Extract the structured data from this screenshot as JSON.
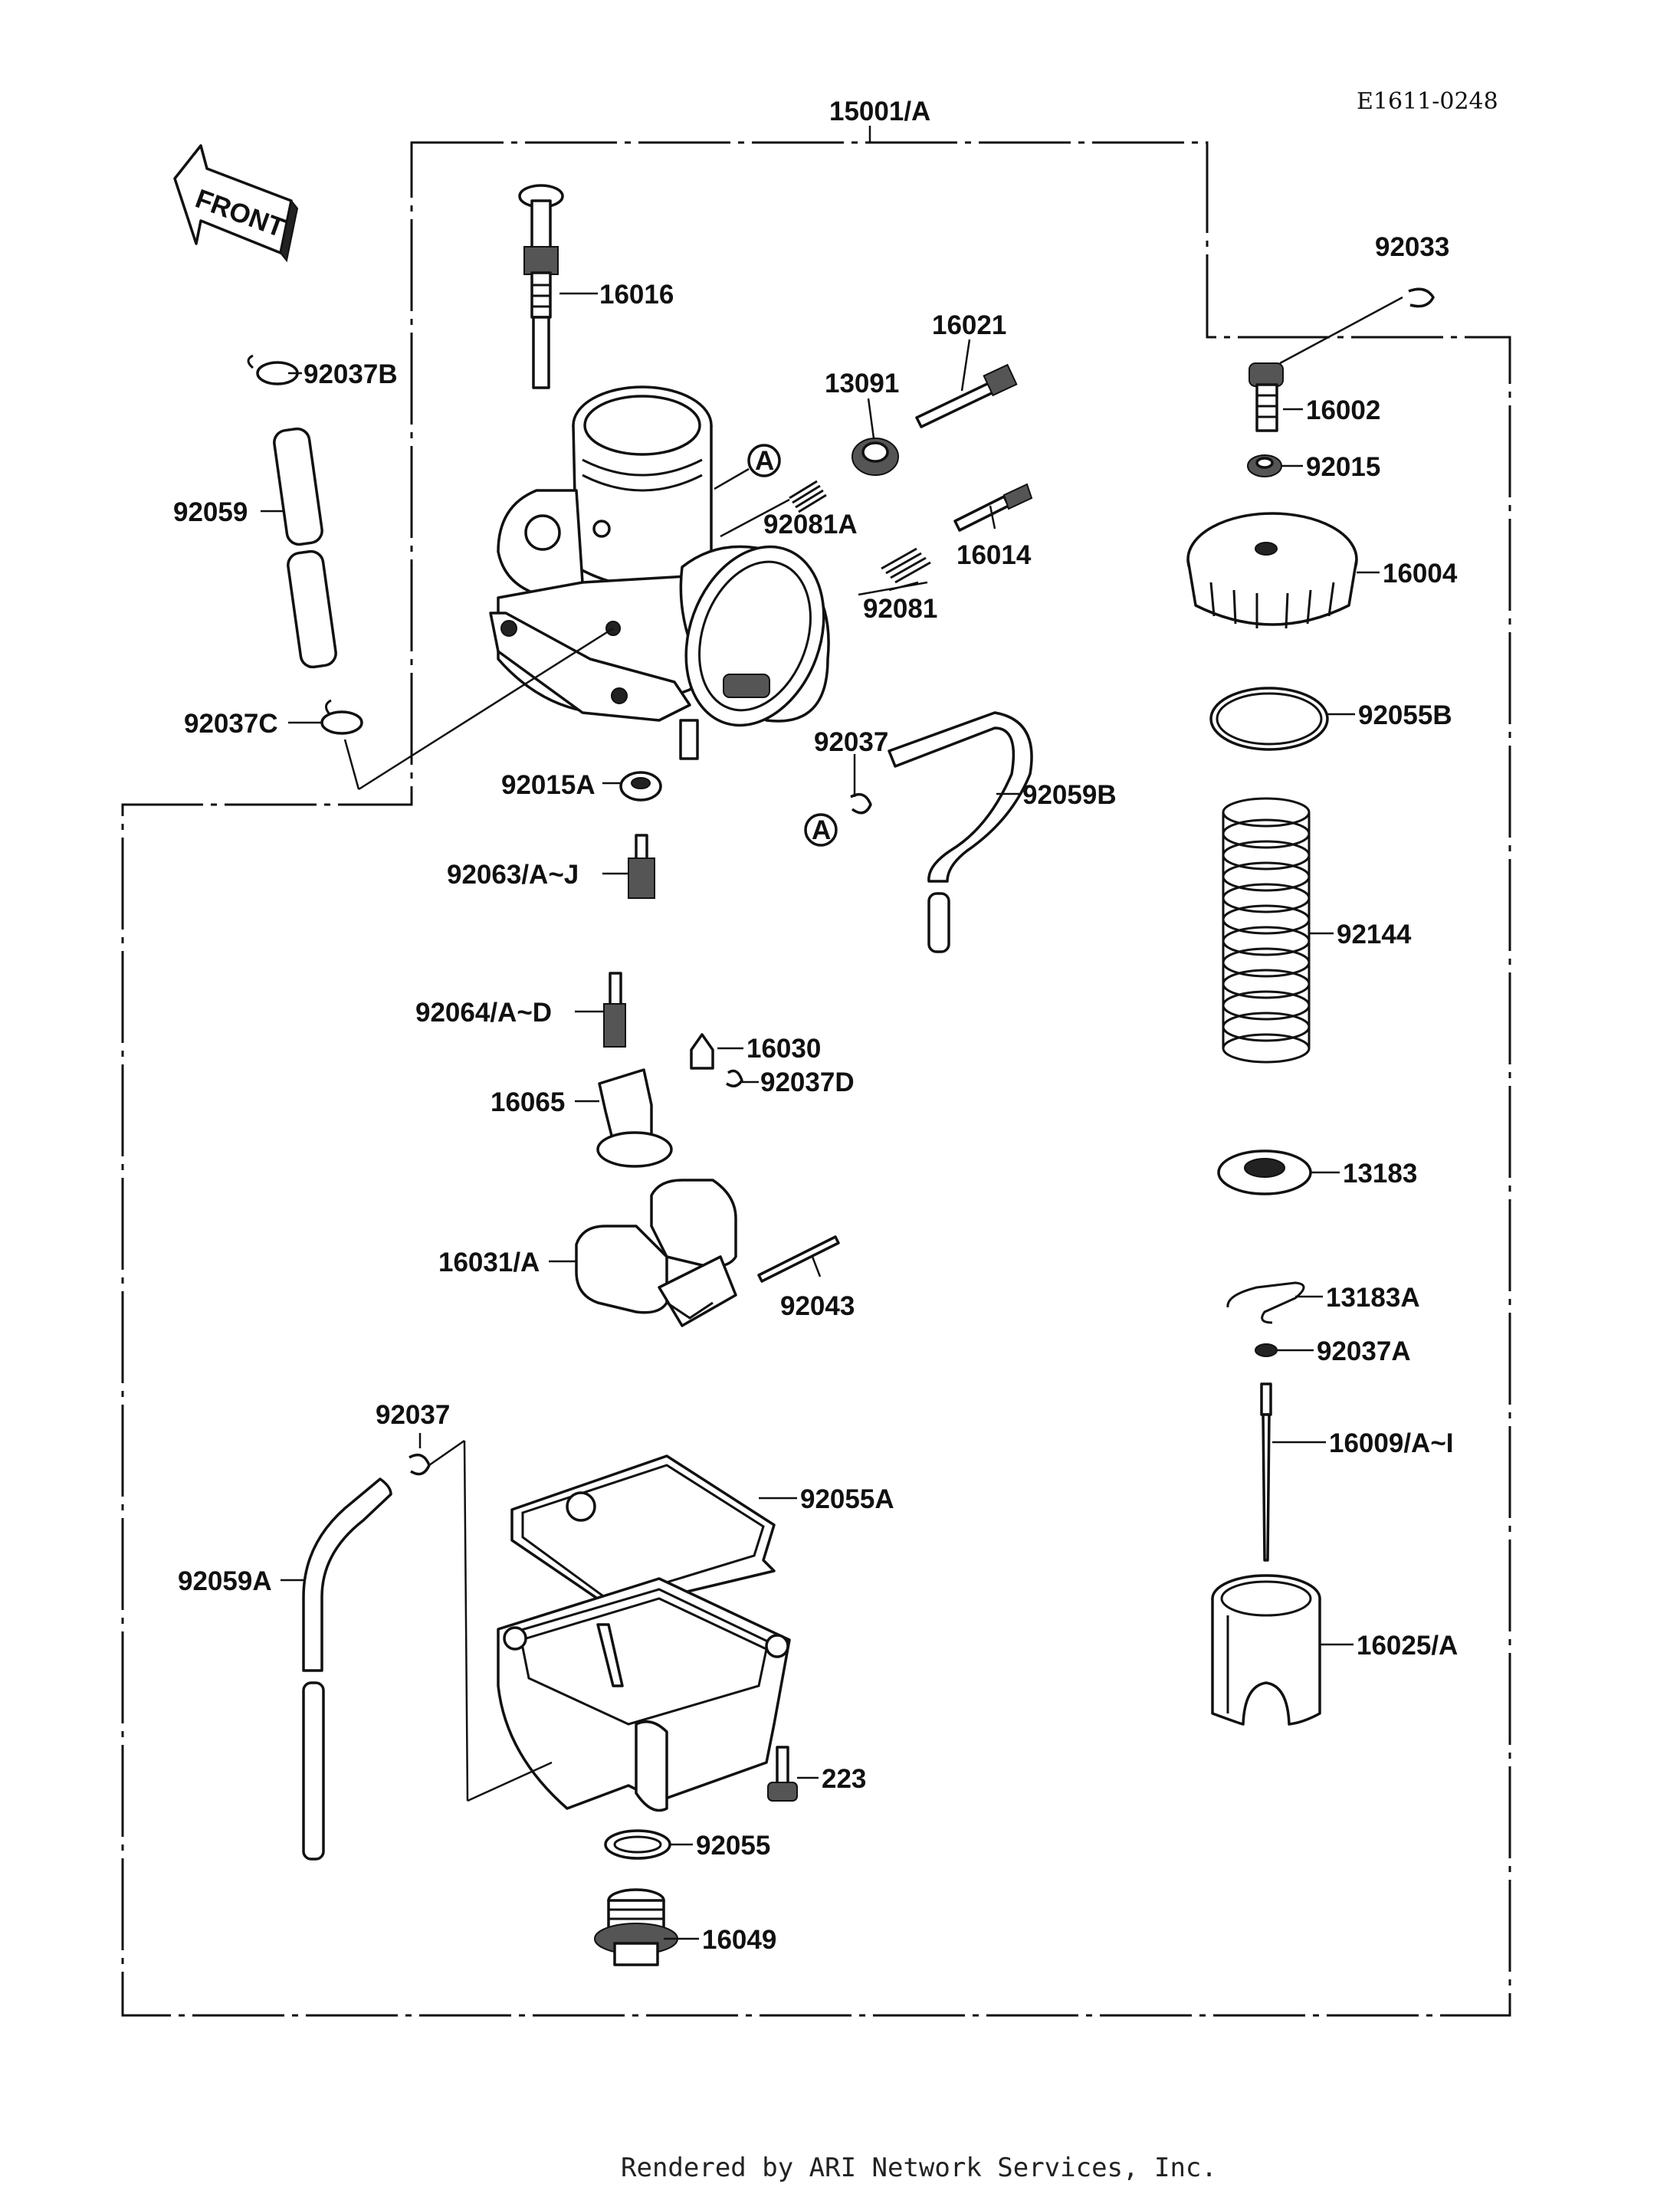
{
  "diagram": {
    "assembly_number": "15001/A",
    "drawing_code": "E1611-0248",
    "front_marker": "FRONT",
    "ref_marker": "A",
    "footer": "Rendered by ARI Network Services, Inc.",
    "parts": [
      {
        "id": "p16016",
        "label": "16016"
      },
      {
        "id": "p92037B",
        "label": "92037B"
      },
      {
        "id": "p92059",
        "label": "92059"
      },
      {
        "id": "p92037C",
        "label": "92037C"
      },
      {
        "id": "p92015A",
        "label": "92015A"
      },
      {
        "id": "p92063",
        "label": "92063/A~J"
      },
      {
        "id": "p92064",
        "label": "92064/A~D"
      },
      {
        "id": "p16030",
        "label": "16030"
      },
      {
        "id": "p92037D",
        "label": "92037D"
      },
      {
        "id": "p16065",
        "label": "16065"
      },
      {
        "id": "p16031",
        "label": "16031/A"
      },
      {
        "id": "p92043",
        "label": "92043"
      },
      {
        "id": "p92037_low",
        "label": "92037"
      },
      {
        "id": "p92059A",
        "label": "92059A"
      },
      {
        "id": "p92055A",
        "label": "92055A"
      },
      {
        "id": "p223",
        "label": "223"
      },
      {
        "id": "p92055",
        "label": "92055"
      },
      {
        "id": "p16049",
        "label": "16049"
      },
      {
        "id": "p16021",
        "label": "16021"
      },
      {
        "id": "p13091",
        "label": "13091"
      },
      {
        "id": "p92081A",
        "label": "92081A"
      },
      {
        "id": "p16014",
        "label": "16014"
      },
      {
        "id": "p92081",
        "label": "92081"
      },
      {
        "id": "p92037_mid",
        "label": "92037"
      },
      {
        "id": "p92059B",
        "label": "92059B"
      },
      {
        "id": "p92033",
        "label": "92033"
      },
      {
        "id": "p16002",
        "label": "16002"
      },
      {
        "id": "p92015",
        "label": "92015"
      },
      {
        "id": "p16004",
        "label": "16004"
      },
      {
        "id": "p92055B",
        "label": "92055B"
      },
      {
        "id": "p92144",
        "label": "92144"
      },
      {
        "id": "p13183",
        "label": "13183"
      },
      {
        "id": "p13183A",
        "label": "13183A"
      },
      {
        "id": "p92037A",
        "label": "92037A"
      },
      {
        "id": "p16009",
        "label": "16009/A~I"
      },
      {
        "id": "p16025",
        "label": "16025/A"
      }
    ]
  }
}
